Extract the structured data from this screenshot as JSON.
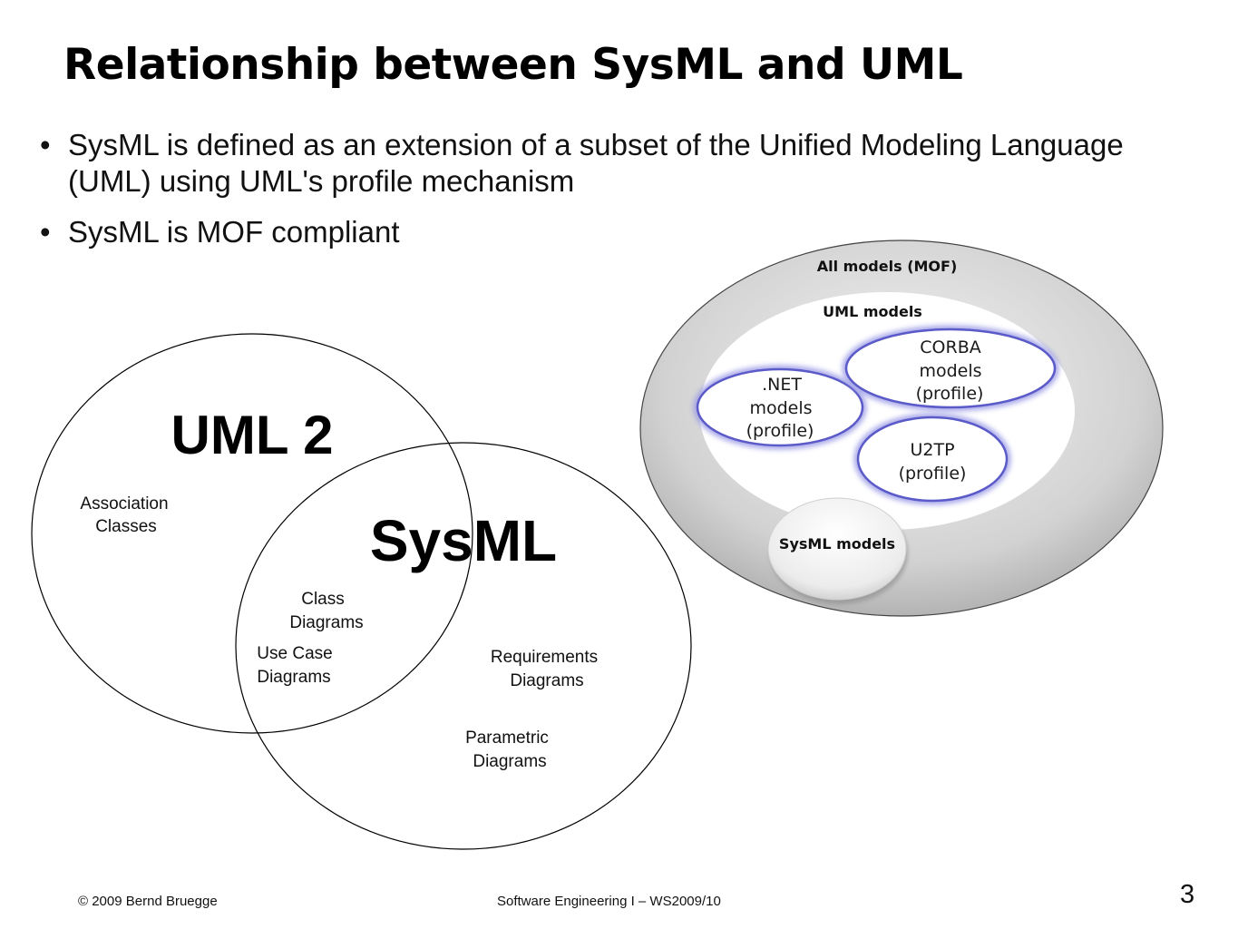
{
  "title": "Relationship between SysML and UML",
  "bullets": [
    "SysML is defined as an extension of a subset of the Unified Modeling Language (UML) using UML's profile mechanism",
    "SysML is MOF compliant"
  ],
  "venn": {
    "uml_label": "UML 2",
    "sysml_label": "SysML",
    "assoc": [
      "Association",
      "Classes"
    ],
    "class": [
      "Class",
      "Diagrams"
    ],
    "usecase": [
      "Use  Case",
      "Diagrams"
    ],
    "requirements": [
      "Requirements",
      "Diagrams"
    ],
    "parametric": [
      "Parametric",
      "Diagrams"
    ]
  },
  "mof": {
    "all_models": "All models (MOF)",
    "uml_models": "UML models",
    "net": [
      ".NET",
      "models",
      "(profile)"
    ],
    "corba": [
      "CORBA",
      "models",
      "(profile)"
    ],
    "u2tp": [
      "U2TP",
      "(profile)"
    ],
    "sysml_models": "SysML models",
    "colors": {
      "ring": "#6a6ad0",
      "outer_gray": "#bdbdbd"
    }
  },
  "footer": {
    "copyright": "© 2009 Bernd Bruegge",
    "course": "Software Engineering I – WS2009/10",
    "page": "3"
  }
}
